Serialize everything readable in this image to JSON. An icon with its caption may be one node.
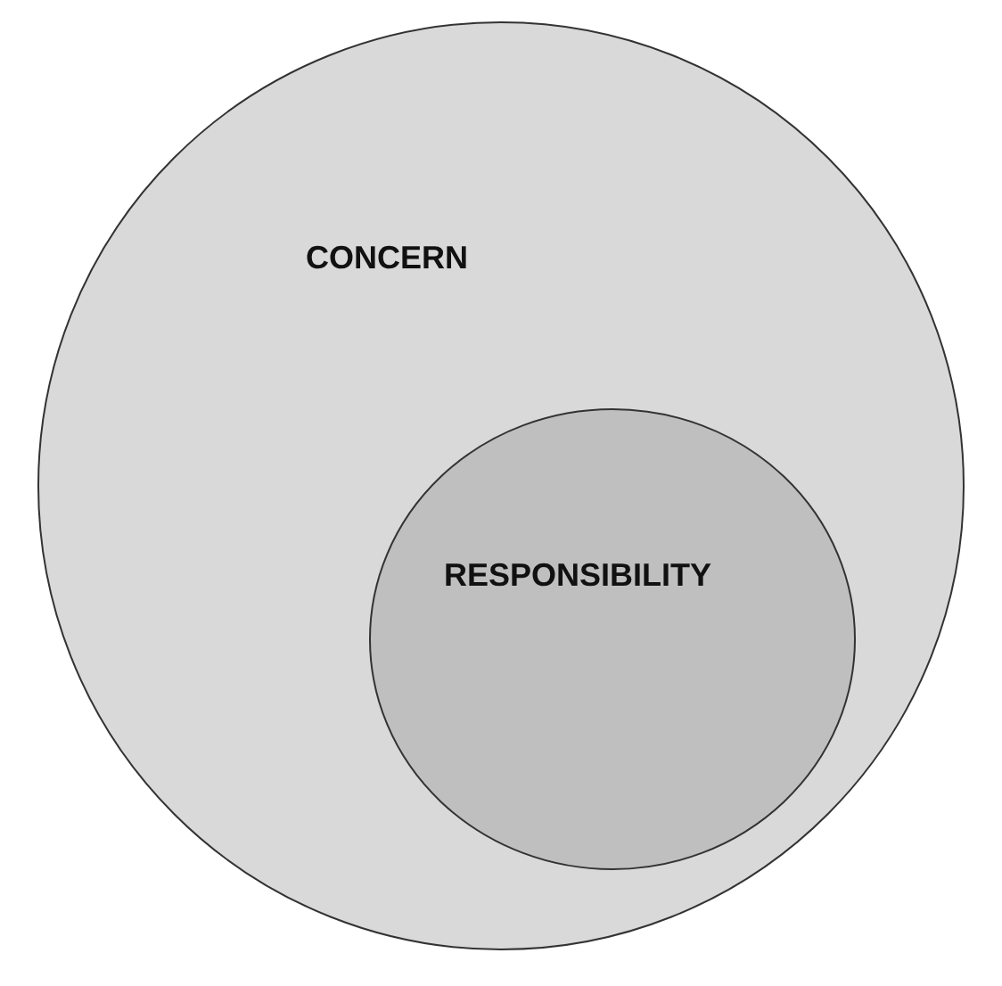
{
  "diagram": {
    "nodes": [
      {
        "text": [
          "CONCERN"
        ]
      },
      {
        "text": [
          "RESPONSIBILITY"
        ],
        "in": 0
      }
    ]
  }
}
